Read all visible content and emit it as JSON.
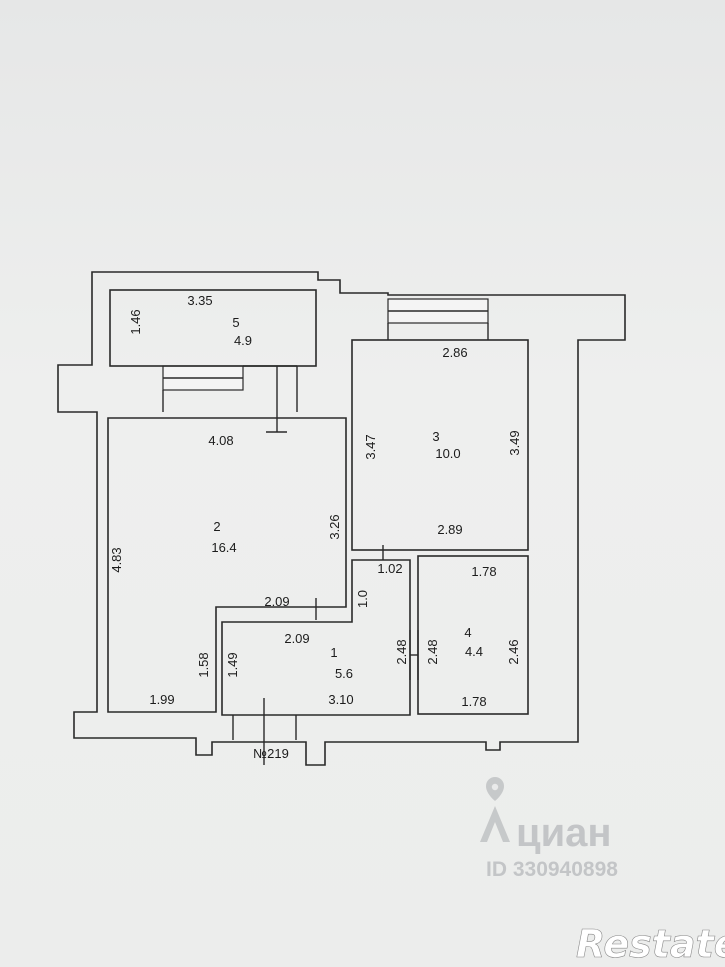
{
  "plan": {
    "apartment_number": "№219",
    "rooms": [
      {
        "id": "1",
        "area": "5.6"
      },
      {
        "id": "2",
        "area": "16.4"
      },
      {
        "id": "3",
        "area": "10.0"
      },
      {
        "id": "4",
        "area": "4.4"
      },
      {
        "id": "5",
        "area": "4.9"
      }
    ],
    "dimensions": {
      "r5_width": "3.35",
      "r5_height": "1.46",
      "r2_top": "4.08",
      "r2_left": "4.83",
      "r2_right": "3.26",
      "r2_inner_top": "2.09",
      "r2_bottom": "1.99",
      "r2_step": "1.58",
      "r1_top": "2.09",
      "r1_left": "1.49",
      "r1_bottom": "3.10",
      "r1_right": "2.48",
      "r1_niche": "1.0",
      "corridor_top": "1.02",
      "r3_top": "2.86",
      "r3_left": "3.47",
      "r3_right": "3.49",
      "r3_bottom": "2.89",
      "r4_top": "1.78",
      "r4_bottom": "1.78",
      "r4_left": "2.48",
      "r4_right": "2.46"
    }
  },
  "watermarks": {
    "cian_logo": "циан",
    "cian_id": "ID 330940898",
    "restate_logo": "Restate"
  }
}
